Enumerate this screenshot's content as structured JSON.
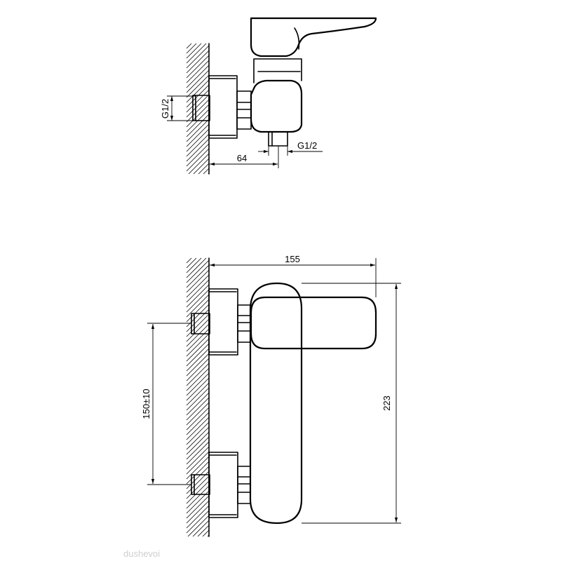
{
  "top_view": {
    "inlet_thread_label": "G1/2",
    "outlet_thread_label": "G1/2",
    "offset_label": "64"
  },
  "front_view": {
    "width_label": "155",
    "height_label": "223",
    "inlet_spacing_label": "150±10"
  },
  "watermark": "dushevoi",
  "colors": {
    "line": "#000000",
    "background": "#ffffff",
    "watermark": "#cfcfcf"
  }
}
